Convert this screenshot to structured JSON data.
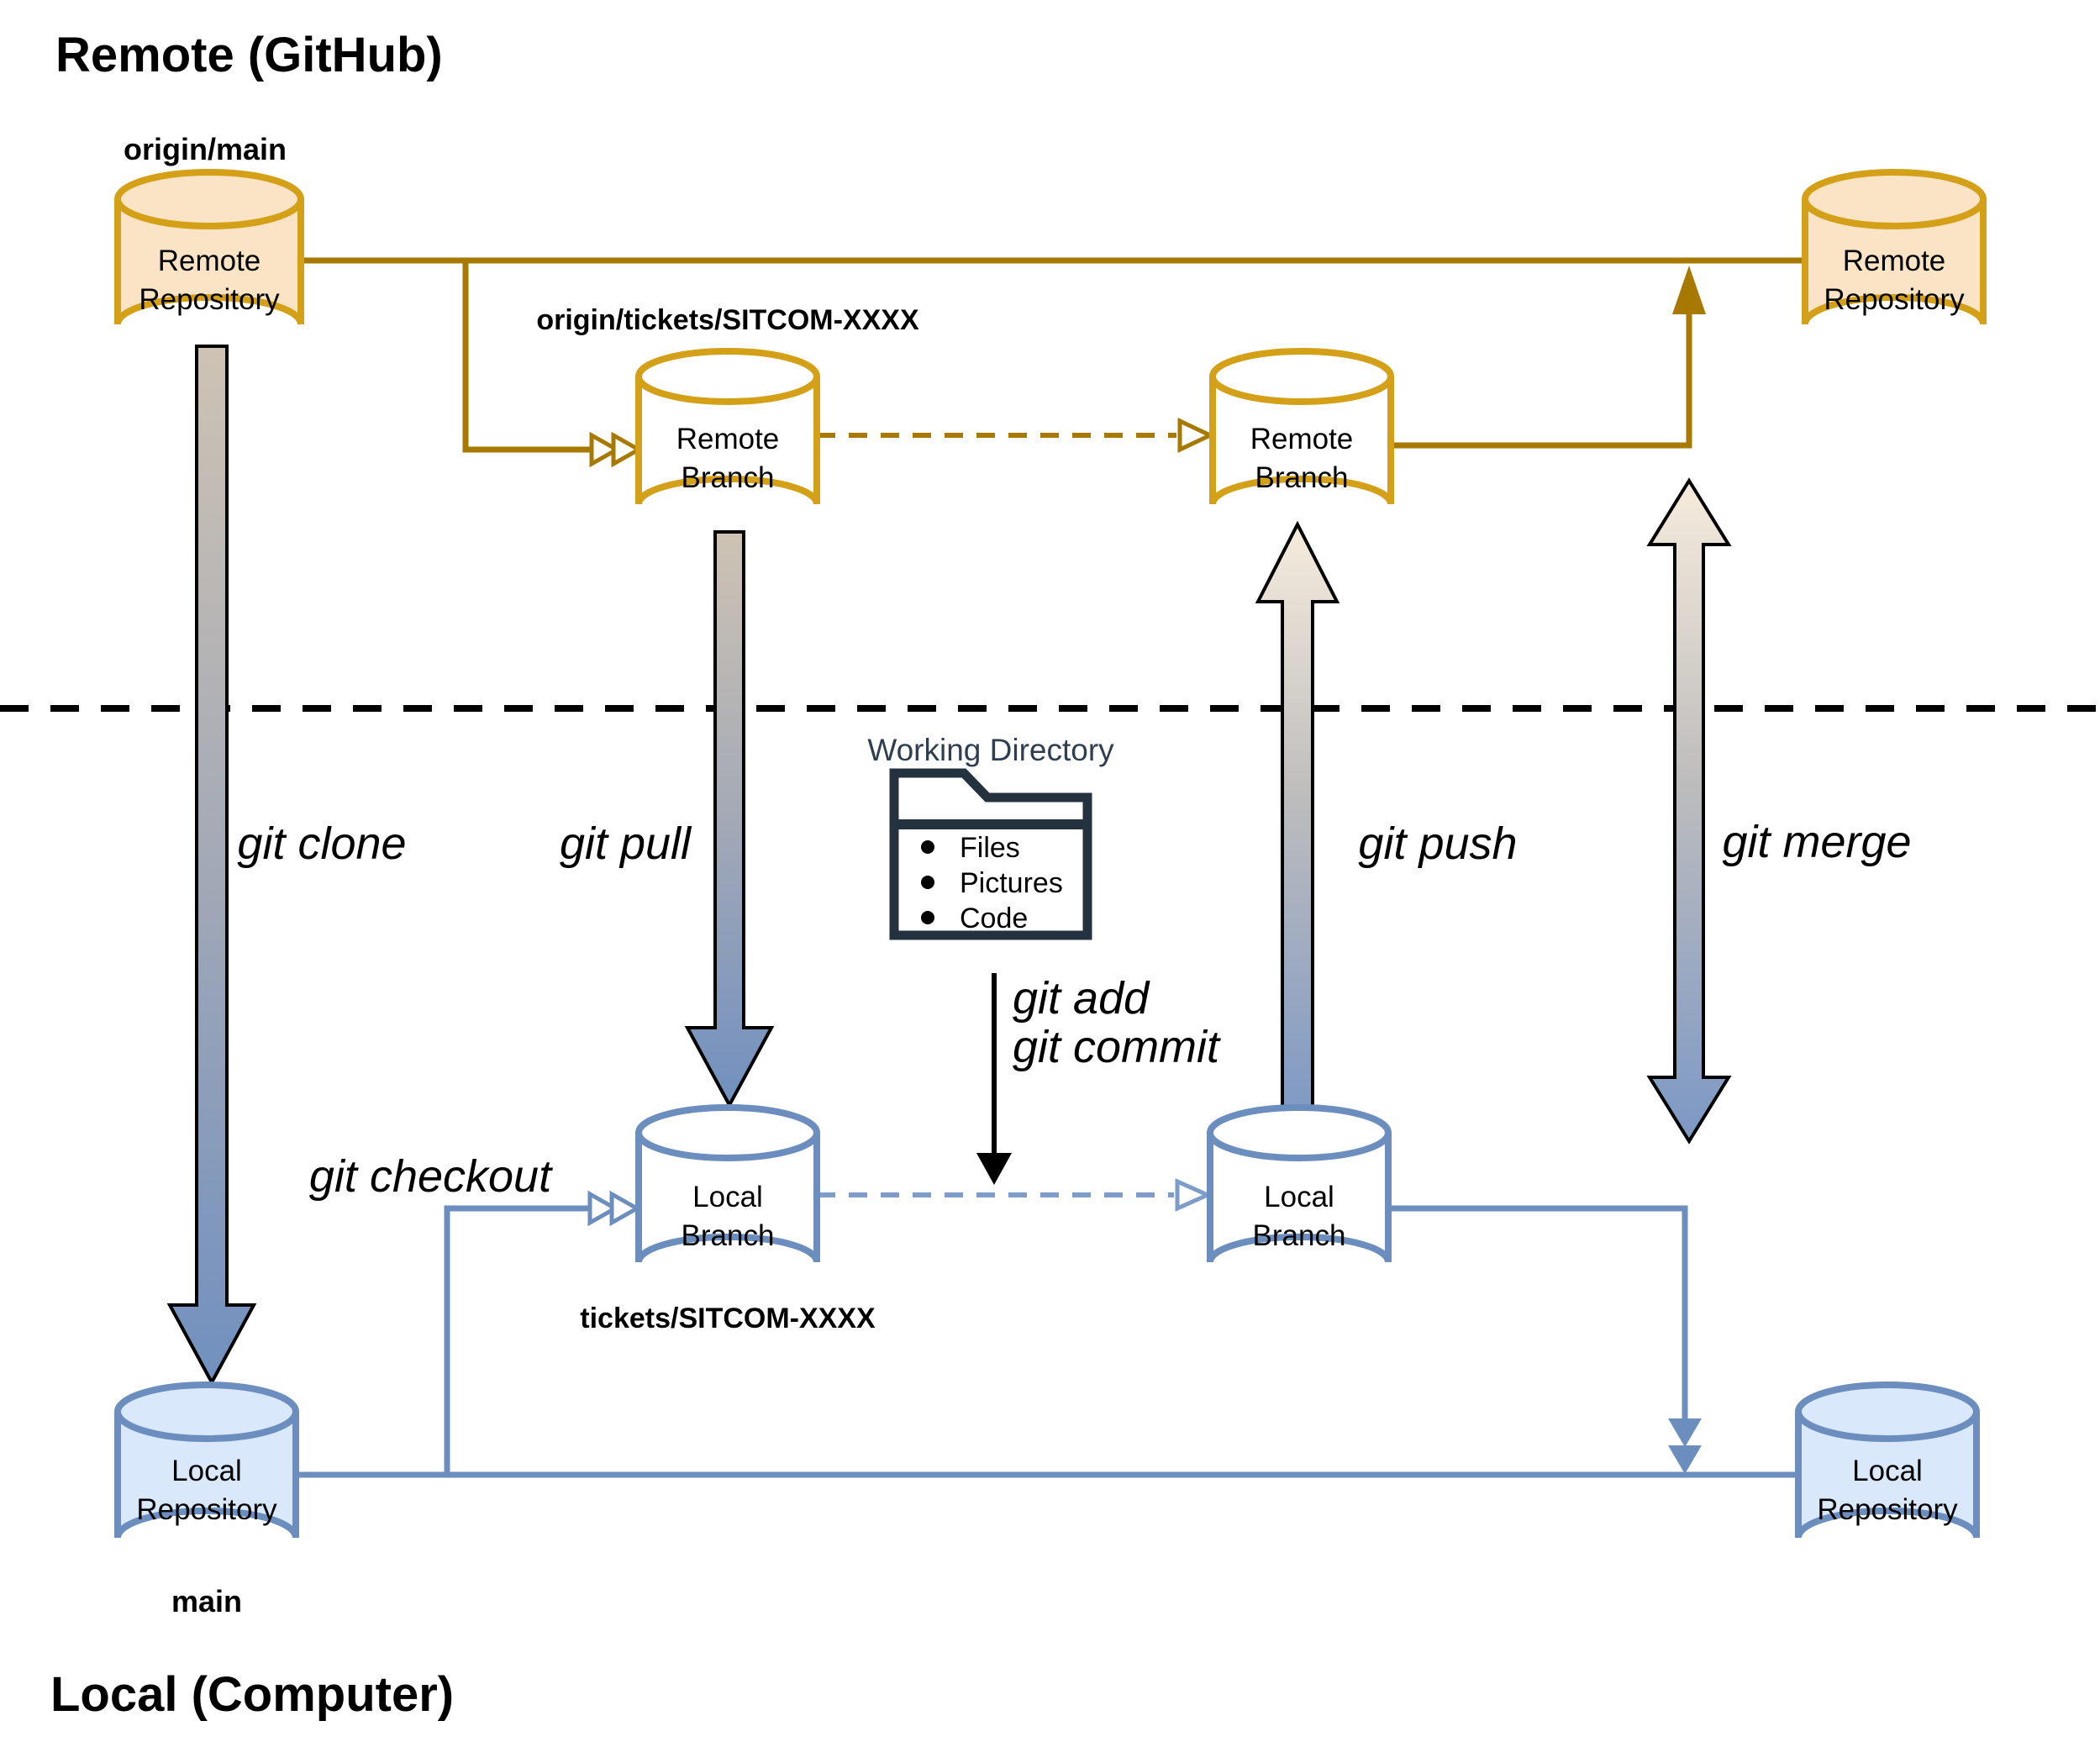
{
  "diagram": {
    "remote_zone_title": "Remote (GitHub)",
    "local_zone_title": "Local (Computer)"
  },
  "nodes": {
    "remote_repo_main": {
      "line1": "Remote",
      "line2": "Repository",
      "tag": "origin/main"
    },
    "remote_branch_1": {
      "line1": "Remote",
      "line2": "Branch",
      "tag": "origin/tickets/SITCOM-XXXX"
    },
    "remote_branch_2": {
      "line1": "Remote",
      "line2": "Branch"
    },
    "remote_repo_merged": {
      "line1": "Remote",
      "line2": "Repository"
    },
    "local_branch_1": {
      "line1": "Local",
      "line2": "Branch",
      "tag": "tickets/SITCOM-XXXX"
    },
    "local_branch_2": {
      "line1": "Local",
      "line2": "Branch"
    },
    "local_repo_main": {
      "line1": "Local",
      "line2": "Repository",
      "tag": "main"
    },
    "local_repo_merged": {
      "line1": "Local",
      "line2": "Repository"
    }
  },
  "commands": {
    "clone": "git clone",
    "pull": "git pull",
    "push": "git push",
    "merge": "git merge",
    "checkout": "git checkout",
    "add": "git add",
    "commit": "git commit"
  },
  "working_directory": {
    "title": "Working Directory",
    "items": [
      "Files",
      "Pictures",
      "Code"
    ]
  },
  "colors": {
    "remote_line": "#A87900",
    "remote_node_stroke": "#D4A017",
    "remote_repo_fill": "#FBE3C6",
    "local_line": "#6C8EBF",
    "local_dashed_line": "#7E9CC9",
    "local_repo_fill": "#DAE8FC",
    "arrow_gradient_top": "#F6ECDD",
    "arrow_gradient_bottom": "#7190BF",
    "working_directory_accent": "#2F3E50",
    "background": "#FFFFFF"
  }
}
